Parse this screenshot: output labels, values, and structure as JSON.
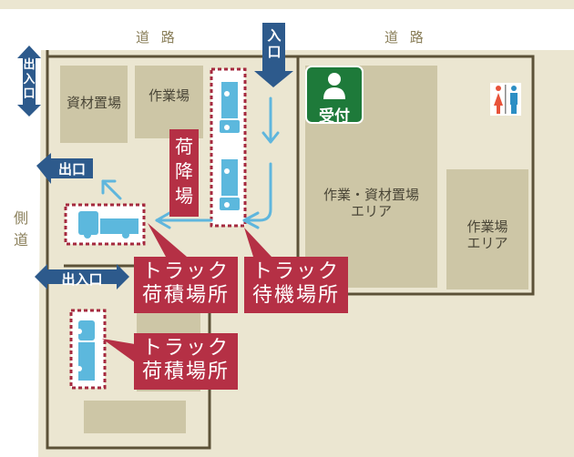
{
  "map": {
    "road_top_left": "道 路",
    "road_top_right": "道 路",
    "side_road": "側道",
    "areas": {
      "materials_storage": "資材置場",
      "workshop_small": "作業場",
      "workshop_materials_area": "作業・資材置場\nエリア",
      "workshop_area_right": "作業場\nエリア"
    },
    "reception": "受付",
    "unloading_area": "荷降場",
    "truck_loading_area_1": "トラック\n荷積場所",
    "truck_waiting_area": "トラック\n待機場所",
    "truck_loading_area_2": "トラック\n荷積場所",
    "entrance": "入口",
    "exit": "出口",
    "entrance_exit_side": "出入口",
    "entrance_exit_left": "出入口"
  },
  "colors": {
    "ground": "#ebe6d1",
    "building": "#cdc6a6",
    "wall": "#5c5238",
    "navy": "#2d5a8c",
    "tag_red": "#b53045",
    "arrow_blue": "#5fb6dd",
    "truck_blue": "#5cb8dd",
    "reception_green": "#1e7a3a"
  },
  "icons": [
    "reception-person-icon",
    "toilet-icon",
    "truck-icon"
  ]
}
